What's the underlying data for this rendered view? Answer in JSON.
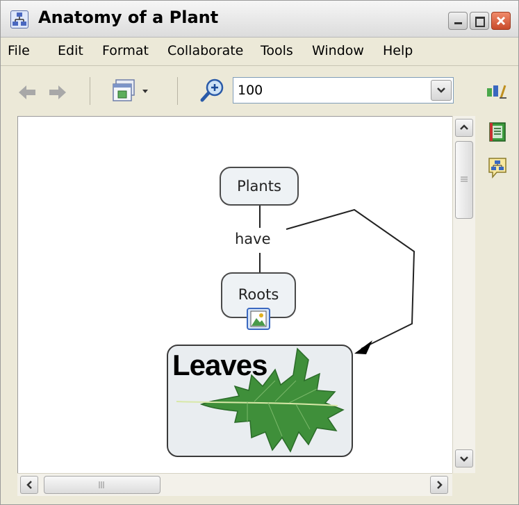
{
  "window": {
    "title": "Anatomy of a Plant"
  },
  "titlebar_buttons": [
    "minimize-icon",
    "maximize-icon",
    "close-icon"
  ],
  "menu": [
    "File",
    "Edit",
    "Format",
    "Collaborate",
    "Tools",
    "Window",
    "Help"
  ],
  "toolbar": {
    "back_icon": "back-arrow-icon",
    "forward_icon": "forward-arrow-icon",
    "views_icon": "views-dropdown-icon",
    "zoom_icon": "zoom-in-icon",
    "zoom_value": "100"
  },
  "side_tools": [
    "styles-palette-icon",
    "document-icon",
    "concept-map-balloon-icon"
  ],
  "concept_map": {
    "concepts": [
      "Plants",
      "Roots",
      "Leaves"
    ],
    "linking_phrase": "have",
    "resource_icon": "image-resource-icon"
  },
  "colors": {
    "node_fill": "#eef2f5",
    "node_border": "#4a4a4a",
    "close_button": "#d05a3a",
    "window_chrome": "#ece9d8"
  }
}
